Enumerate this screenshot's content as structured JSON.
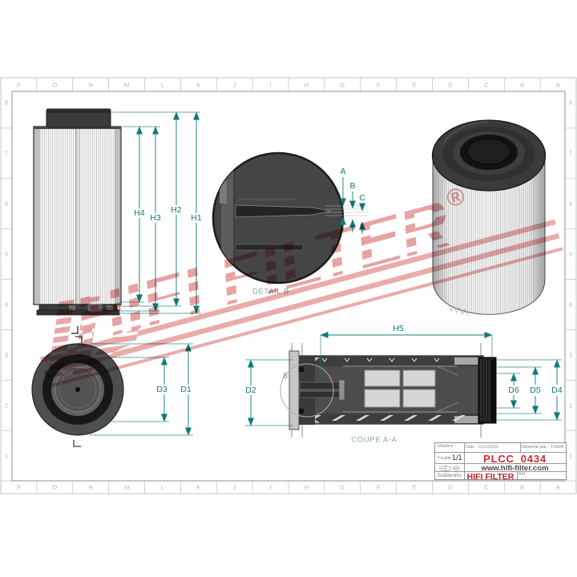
{
  "grid": {
    "letters": [
      "P",
      "O",
      "N",
      "M",
      "L",
      "K",
      "J",
      "I",
      "H",
      "G",
      "F",
      "E",
      "D",
      "C",
      "B",
      "A"
    ],
    "numbers": [
      "8",
      "7",
      "6",
      "5",
      "4",
      "3",
      "2",
      "1"
    ]
  },
  "dimensions": {
    "h1": "H1",
    "h2": "H2",
    "h3": "H3",
    "h4": "H4",
    "h5": "H5",
    "d1": "D1",
    "d2": "D2",
    "d3": "D3",
    "d4": "D4",
    "d5": "D5",
    "d6": "D6",
    "a": "A",
    "b": "B",
    "c": "C"
  },
  "captions": {
    "detail": "DÉTAIL B",
    "section": "COUPE A-A",
    "section_callout": "B"
  },
  "watermark": {
    "brand": "HIFI FILTER",
    "registered": "®"
  },
  "title_block": {
    "material_label": "Matière :",
    "date": "Date : 11/12/2020",
    "drawn_by": "Dessiné par : T.HUA",
    "sheet_label": "Feuille :",
    "sheet_value": "1/1",
    "part_number": "PLCC_0434",
    "website": "www.hifi-filter.com",
    "software": "Solidworks",
    "brand": "HIFI FILTER",
    "ref_label": "Réf :"
  },
  "colors": {
    "dimension_teal": "#0f7a75",
    "caption_teal": "#87a9a7",
    "grid_label": "#a3b7b9",
    "accent_red": "#d32a2a",
    "brand_red": "#c92121",
    "watermark_pink": "#e8a2a2"
  }
}
